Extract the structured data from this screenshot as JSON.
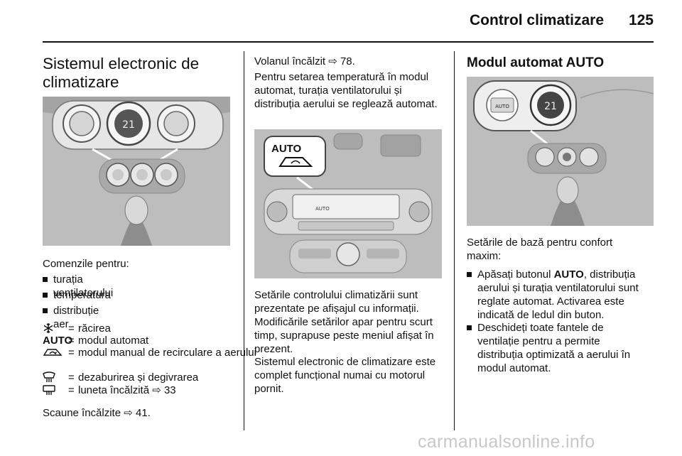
{
  "header": {
    "title": "Control climatizare",
    "page_number": "125"
  },
  "col1": {
    "heading": "Sistemul electronic de climatizare",
    "controls_intro": "Comenzile pentru:",
    "bullets": [
      "turația ventilatorului",
      "temperatura",
      "distribuție aer"
    ],
    "definitions": [
      {
        "icon": "snowflake-icon",
        "symbol": "",
        "text": "răcirea"
      },
      {
        "icon": "",
        "symbol": "AUTO",
        "text": "modul automat"
      },
      {
        "icon": "recirculation-icon",
        "symbol": "",
        "text": "modul manual de recirculare a aerului"
      },
      {
        "icon": "defrost-icon",
        "symbol": "",
        "text": "dezaburirea și degivrarea"
      },
      {
        "icon": "rear-window-heating-icon",
        "symbol": "",
        "text": "luneta încălzită ⇨ 33"
      }
    ],
    "eq_sign": "=",
    "heated_seats": "Scaune încălzite ⇨ 41."
  },
  "col2": {
    "heated_wheel": "Volanul încălzit ⇨ 78.",
    "auto_paragraph": "Pentru setarea temperatură în modul automat, turația ventilatorului și distribuția aerului se reglează automat.",
    "figure_callout_label": "AUTO",
    "display_paragraph": "Setările controlului climatizării sunt prezentate pe afișajul cu informații. Modificările setărilor apar pentru scurt timp, suprapuse peste meniul afișat în prezent.",
    "engine_paragraph": "Sistemul electronic de climatizare este complet funcțional numai cu motorul pornit."
  },
  "col3": {
    "heading": "Modul automat AUTO",
    "figure_display_text": "21",
    "figure_button_label": "AUTO",
    "settings_intro": "Setările de bază pentru confort maxim:",
    "bullet1_prefix": "Apăsați butonul ",
    "bullet1_bold": "AUTO",
    "bullet1_suffix": ", distribuția aerului și turația ventilatorului sunt reglate automat. Activarea este indicată de ledul din buton.",
    "bullet2": "Deschideți toate fantele de ventilație pentru a permite distribuția optimizată a aerului în modul automat."
  },
  "watermark": "carmanualsonline.info"
}
